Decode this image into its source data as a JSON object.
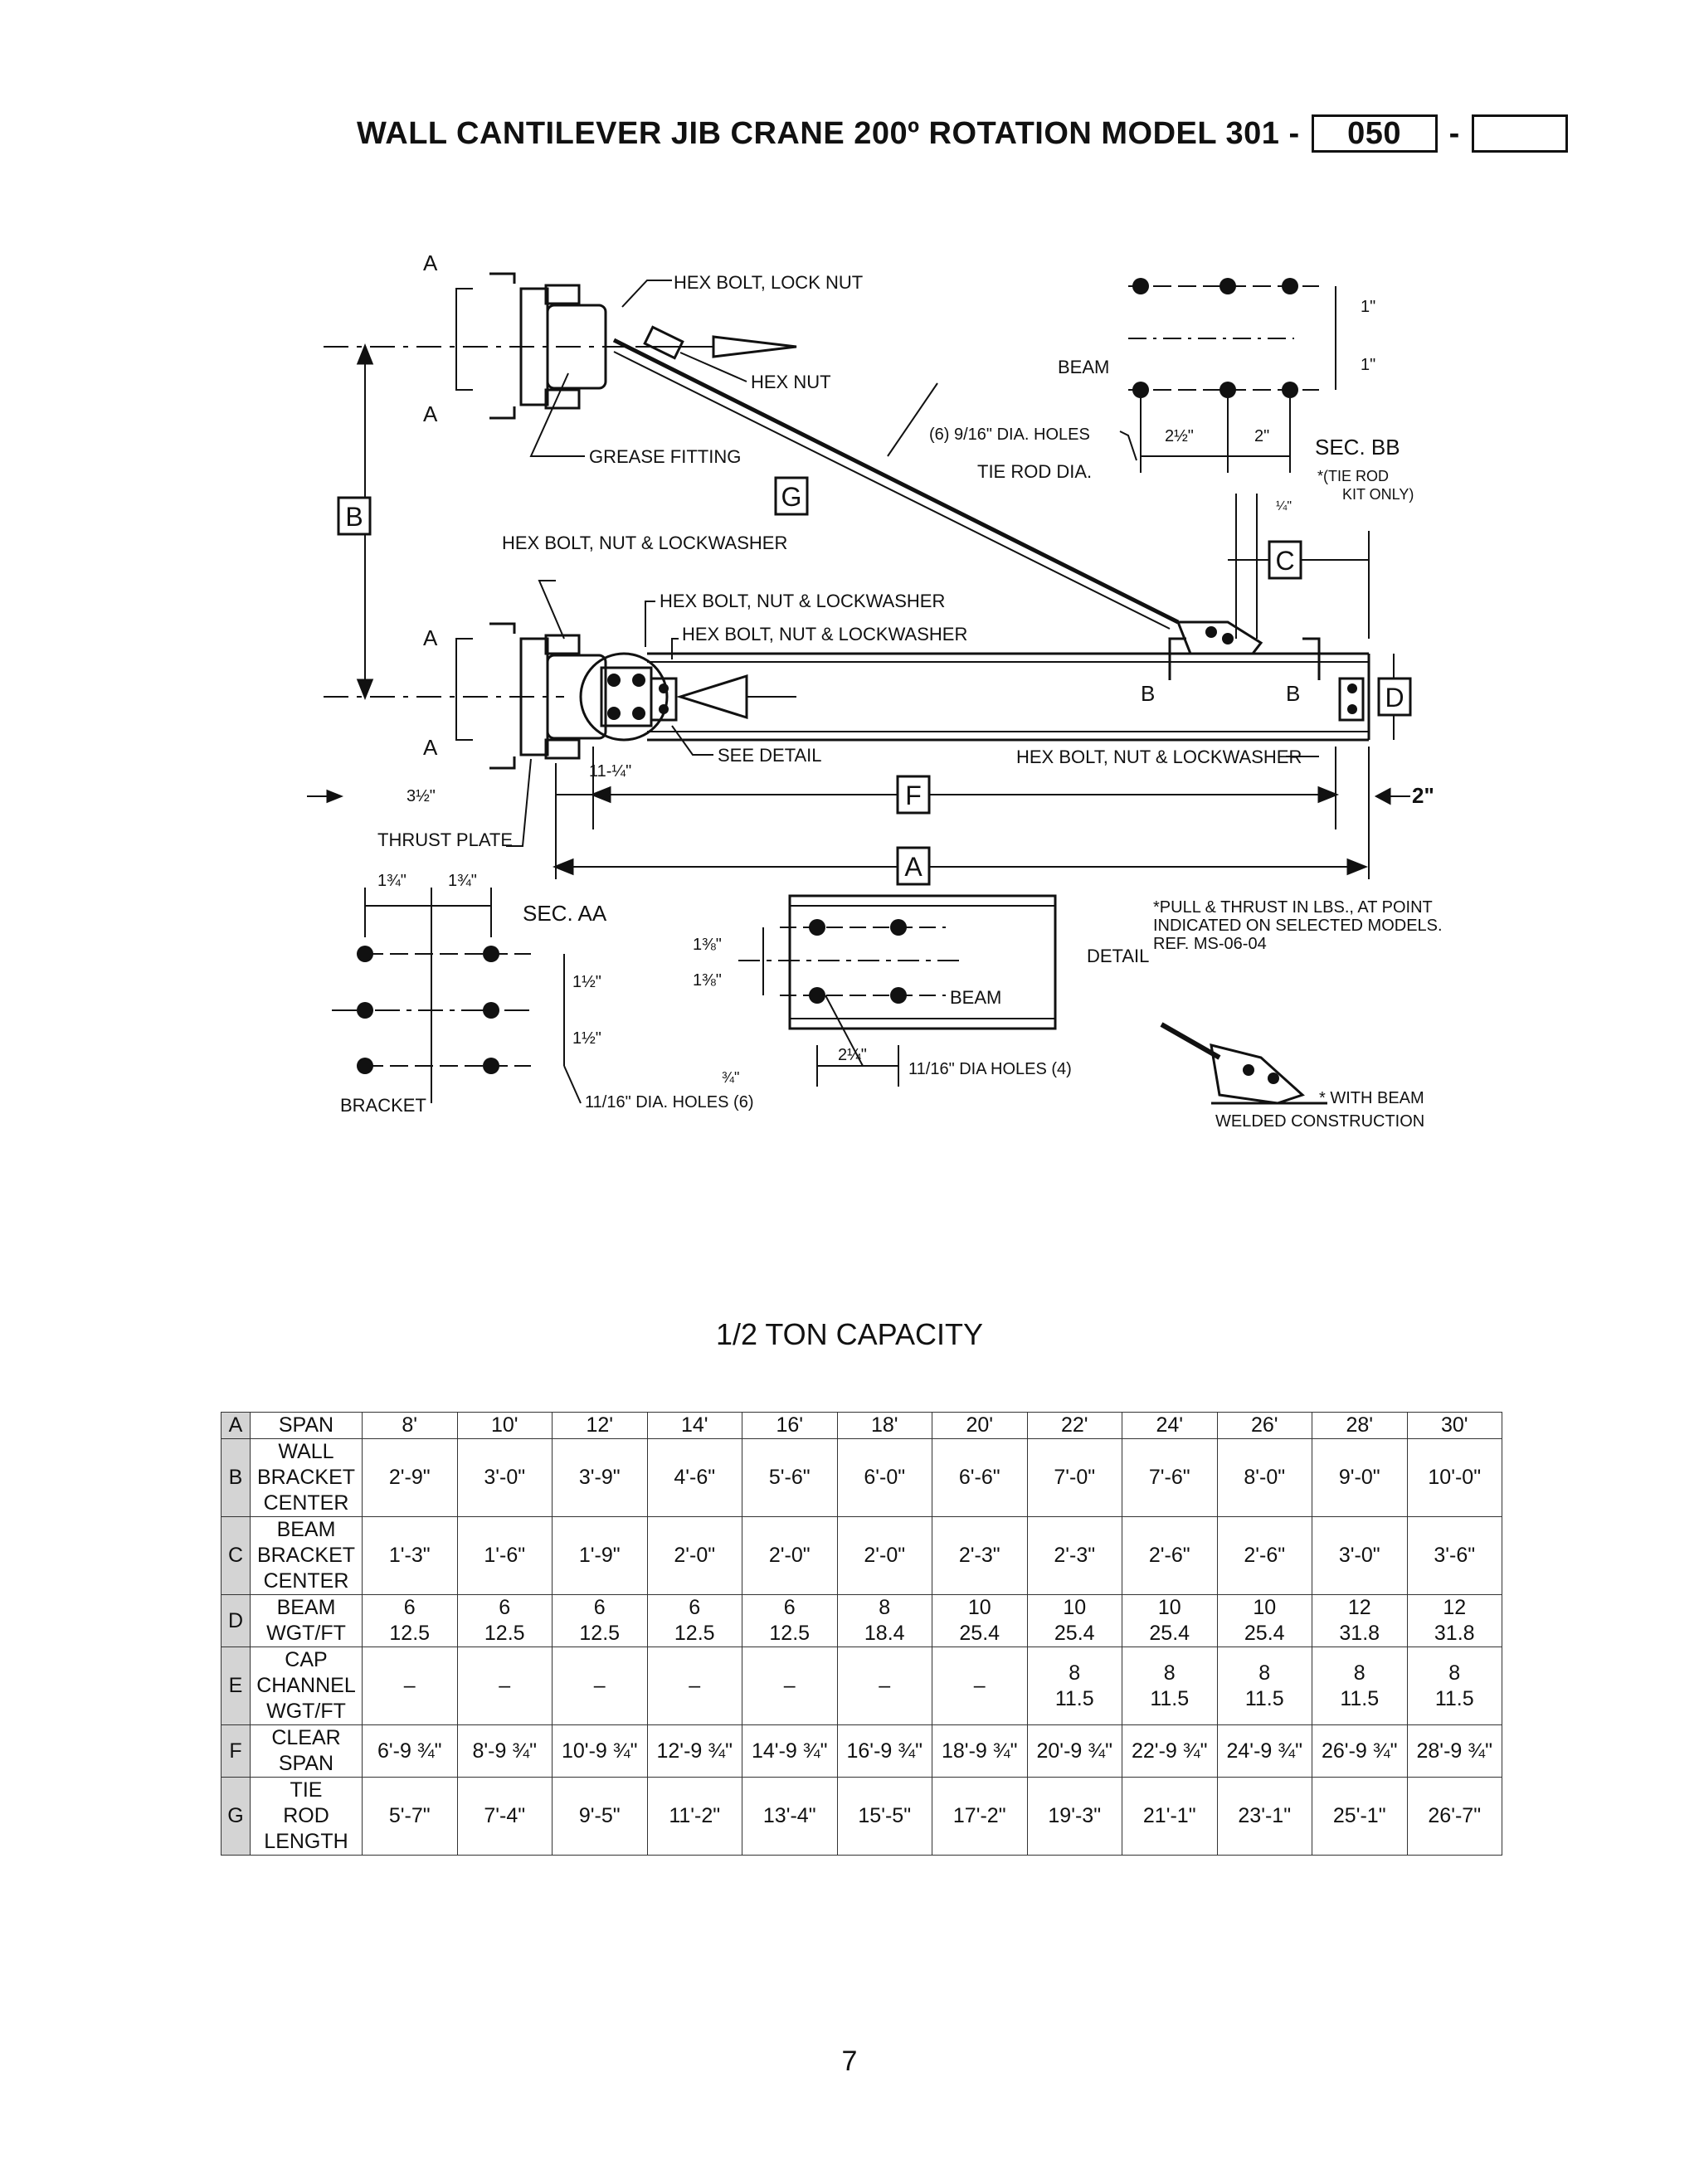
{
  "header": {
    "title_prefix": "WALL CANTILEVER JIB CRANE 200º ROTATION MODEL 301 -",
    "box1": "050",
    "dash": "-",
    "box2": ""
  },
  "drawing": {
    "labels": {
      "hex_bolt_lock_nut": "HEX BOLT, LOCK NUT",
      "hex_nut": "HEX NUT",
      "grease_fitting": "GREASE FITTING",
      "hex_bolt_nut_lw1": "HEX BOLT, NUT & LOCKWASHER",
      "hex_bolt_nut_lw2": "HEX BOLT, NUT & LOCKWASHER",
      "hex_bolt_nut_lw3": "HEX BOLT, NUT & LOCKWASHER",
      "hex_bolt_nut_lw4": "HEX BOLT, NUT & LOCKWASHER",
      "see_detail": "SEE DETAIL",
      "thrust_plate": "THRUST PLATE",
      "tie_rod_dia": "TIE ROD DIA.",
      "holes_bb": "(6) 9/16\" DIA. HOLES",
      "sec_bb": "SEC. BB",
      "tie_rod_kit": "*(TIE ROD",
      "kit_only": "KIT ONLY)",
      "sec_aa": "SEC. AA",
      "beam": "BEAM",
      "beam2": "BEAM",
      "bracket": "BRACKET",
      "holes_aa": "11/16\" DIA. HOLES (6)",
      "holes_detail": "11/16\" DIA HOLES (4)",
      "detail": "DETAIL",
      "note1": "*PULL & THRUST IN LBS., AT POINT",
      "note2": "INDICATED ON SELECTED MODELS.",
      "note3": "REF. MS-06-04",
      "welded1": "* WITH BEAM",
      "welded2": "WELDED CONSTRUCTION",
      "dim_11_quarter": "11-¼\"",
      "dim_3_half": "3½\"",
      "dim_2": "2\"",
      "dim_1_top": "1\"",
      "dim_1_bot": "1\"",
      "dim_2_half": "2½\"",
      "dim_2b": "2\"",
      "dim_1_4": "¼\"",
      "dim_1_3_4a": "1¾\"",
      "dim_1_3_4b": "1¾\"",
      "dim_1_half_a": "1½\"",
      "dim_1_half_b": "1½\"",
      "dim_1_3_8a": "1⅜\"",
      "dim_1_3_8b": "1⅜\"",
      "dim_2_quarter": "2¼\"",
      "dim_3_4": "¾\"",
      "A": "A",
      "B": "B",
      "C": "C",
      "D": "D",
      "F": "F",
      "G": "G",
      "sec_A": "A",
      "sec_B": "B"
    }
  },
  "capacity_title": "1/2 TON CAPACITY",
  "table": {
    "span_label": "SPAN",
    "spans": [
      "8'",
      "10'",
      "12'",
      "14'",
      "16'",
      "18'",
      "20'",
      "22'",
      "24'",
      "26'",
      "28'",
      "30'"
    ],
    "rows": [
      {
        "key": "B",
        "label": [
          "WALL",
          "BRACKET",
          "CENTER"
        ],
        "values": [
          [
            "2'-9\""
          ],
          [
            "3'-0\""
          ],
          [
            "3'-9\""
          ],
          [
            "4'-6\""
          ],
          [
            "5'-6\""
          ],
          [
            "6'-0\""
          ],
          [
            "6'-6\""
          ],
          [
            "7'-0\""
          ],
          [
            "7'-6\""
          ],
          [
            "8'-0\""
          ],
          [
            "9'-0\""
          ],
          [
            "10'-0\""
          ]
        ]
      },
      {
        "key": "C",
        "label": [
          "BEAM",
          "BRACKET",
          "CENTER"
        ],
        "values": [
          [
            "1'-3\""
          ],
          [
            "1'-6\""
          ],
          [
            "1'-9\""
          ],
          [
            "2'-0\""
          ],
          [
            "2'-0\""
          ],
          [
            "2'-0\""
          ],
          [
            "2'-3\""
          ],
          [
            "2'-3\""
          ],
          [
            "2'-6\""
          ],
          [
            "2'-6\""
          ],
          [
            "3'-0\""
          ],
          [
            "3'-6\""
          ]
        ]
      },
      {
        "key": "D",
        "label": [
          "BEAM",
          "WGT/FT"
        ],
        "values": [
          [
            "6",
            "12.5"
          ],
          [
            "6",
            "12.5"
          ],
          [
            "6",
            "12.5"
          ],
          [
            "6",
            "12.5"
          ],
          [
            "6",
            "12.5"
          ],
          [
            "8",
            "18.4"
          ],
          [
            "10",
            "25.4"
          ],
          [
            "10",
            "25.4"
          ],
          [
            "10",
            "25.4"
          ],
          [
            "10",
            "25.4"
          ],
          [
            "12",
            "31.8"
          ],
          [
            "12",
            "31.8"
          ]
        ]
      },
      {
        "key": "E",
        "label": [
          "CAP",
          "CHANNEL",
          "WGT/FT"
        ],
        "values": [
          [
            "–"
          ],
          [
            "–"
          ],
          [
            "–"
          ],
          [
            "–"
          ],
          [
            "–"
          ],
          [
            "–"
          ],
          [
            "–"
          ],
          [
            "8",
            "11.5"
          ],
          [
            "8",
            "11.5"
          ],
          [
            "8",
            "11.5"
          ],
          [
            "8",
            "11.5"
          ],
          [
            "8",
            "11.5"
          ]
        ]
      },
      {
        "key": "F",
        "label": [
          "CLEAR",
          "SPAN"
        ],
        "values": [
          [
            "6'-9 ¾\""
          ],
          [
            "8'-9 ¾\""
          ],
          [
            "10'-9 ¾\""
          ],
          [
            "12'-9 ¾\""
          ],
          [
            "14'-9 ¾\""
          ],
          [
            "16'-9 ¾\""
          ],
          [
            "18'-9 ¾\""
          ],
          [
            "20'-9 ¾\""
          ],
          [
            "22'-9 ¾\""
          ],
          [
            "24'-9 ¾\""
          ],
          [
            "26'-9 ¾\""
          ],
          [
            "28'-9 ¾\""
          ]
        ]
      },
      {
        "key": "G",
        "label": [
          "TIE",
          "ROD",
          "LENGTH"
        ],
        "values": [
          [
            "5'-7\""
          ],
          [
            "7'-4\""
          ],
          [
            "9'-5\""
          ],
          [
            "11'-2\""
          ],
          [
            "13'-4\""
          ],
          [
            "15'-5\""
          ],
          [
            "17'-2\""
          ],
          [
            "19'-3\""
          ],
          [
            "21'-1\""
          ],
          [
            "23'-1\""
          ],
          [
            "25'-1\""
          ],
          [
            "26'-7\""
          ]
        ]
      }
    ]
  },
  "page_number": "7"
}
